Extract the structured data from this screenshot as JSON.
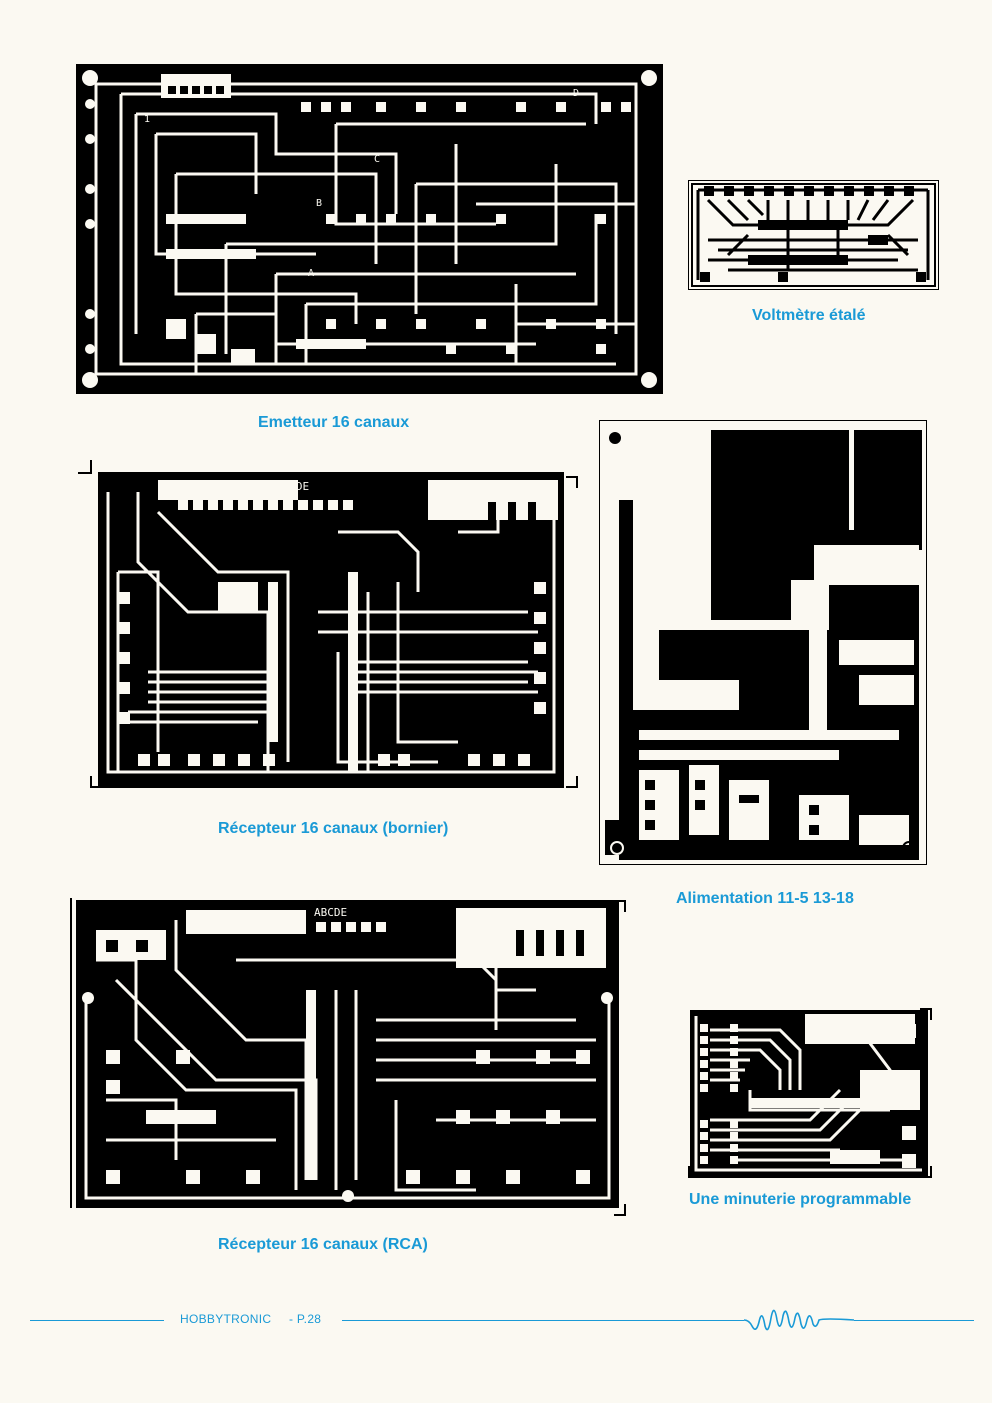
{
  "captions": {
    "emetteur": "Emetteur 16 canaux",
    "voltmetre": "Voltmètre étalé",
    "recepteur_bornier": "Récepteur 16 canaux (bornier)",
    "alimentation": "Alimentation 11-5 13-18",
    "recepteur_rca": "Récepteur 16 canaux (RCA)",
    "minuterie": "Une minuterie programmable"
  },
  "board_labels": {
    "abcde": "ABCDE",
    "pin_one": "1",
    "pin_a": "A",
    "pin_b": "B",
    "pin_c": "C",
    "pin_d": "D"
  },
  "footer": {
    "magazine": "HOBBYTRONIC",
    "page": "- P.28"
  },
  "colors": {
    "accent": "#1a9ad6",
    "copper": "#000000",
    "paper": "#fbf9f2"
  }
}
